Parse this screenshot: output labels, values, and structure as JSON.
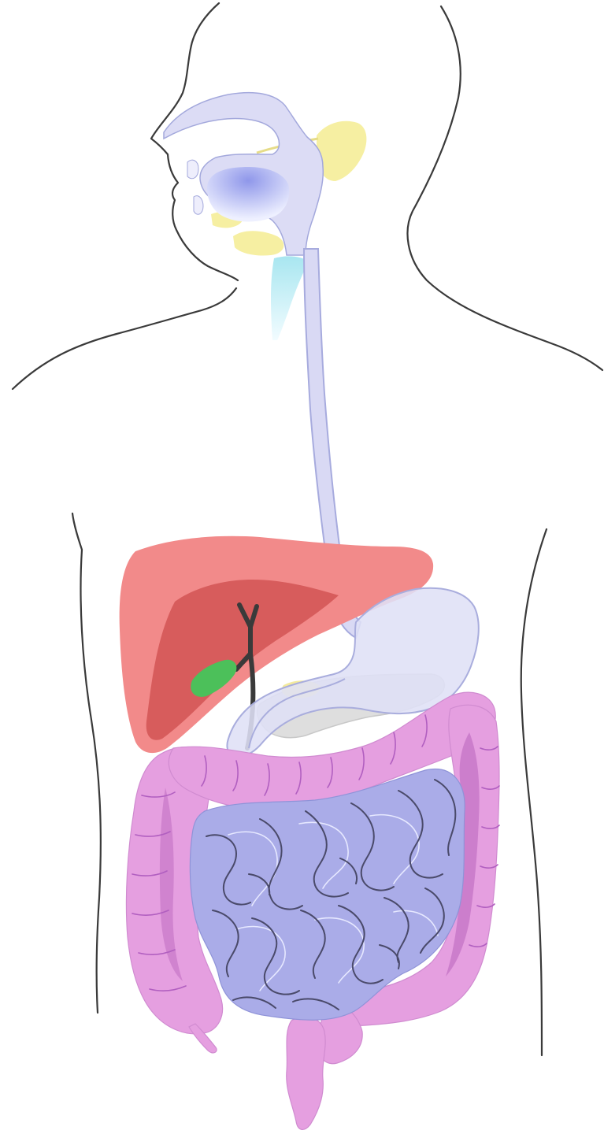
{
  "colors": {
    "background": "#ffffff",
    "outline": "#3a3a3a",
    "digestive_tract": "#dcdcf5",
    "tract_edge": "#9fa3d6",
    "mouth_cavity": "#9da4ec",
    "salivary_glands": "#f5eea0",
    "trachea": "#b8ecf2",
    "liver_light": "#f28a8a",
    "liver_dark": "#d85f5f",
    "gallbladder": "#4cc05a",
    "bile_duct": "#3a3a3a",
    "pancreas": "#dedede",
    "stomach": "#dfe0f6",
    "large_intestine": "#e59fe0",
    "large_intestine_dark": "#c878c8",
    "small_intestine": "#aaace8",
    "small_intestine_fold": "#4a4a6a"
  },
  "structures": [
    "body-outline",
    "oral-cavity",
    "salivary-glands",
    "trachea",
    "esophagus",
    "liver",
    "gallbladder",
    "bile-duct",
    "pancreas",
    "stomach",
    "duodenum",
    "large-intestine",
    "small-intestine",
    "rectum"
  ]
}
